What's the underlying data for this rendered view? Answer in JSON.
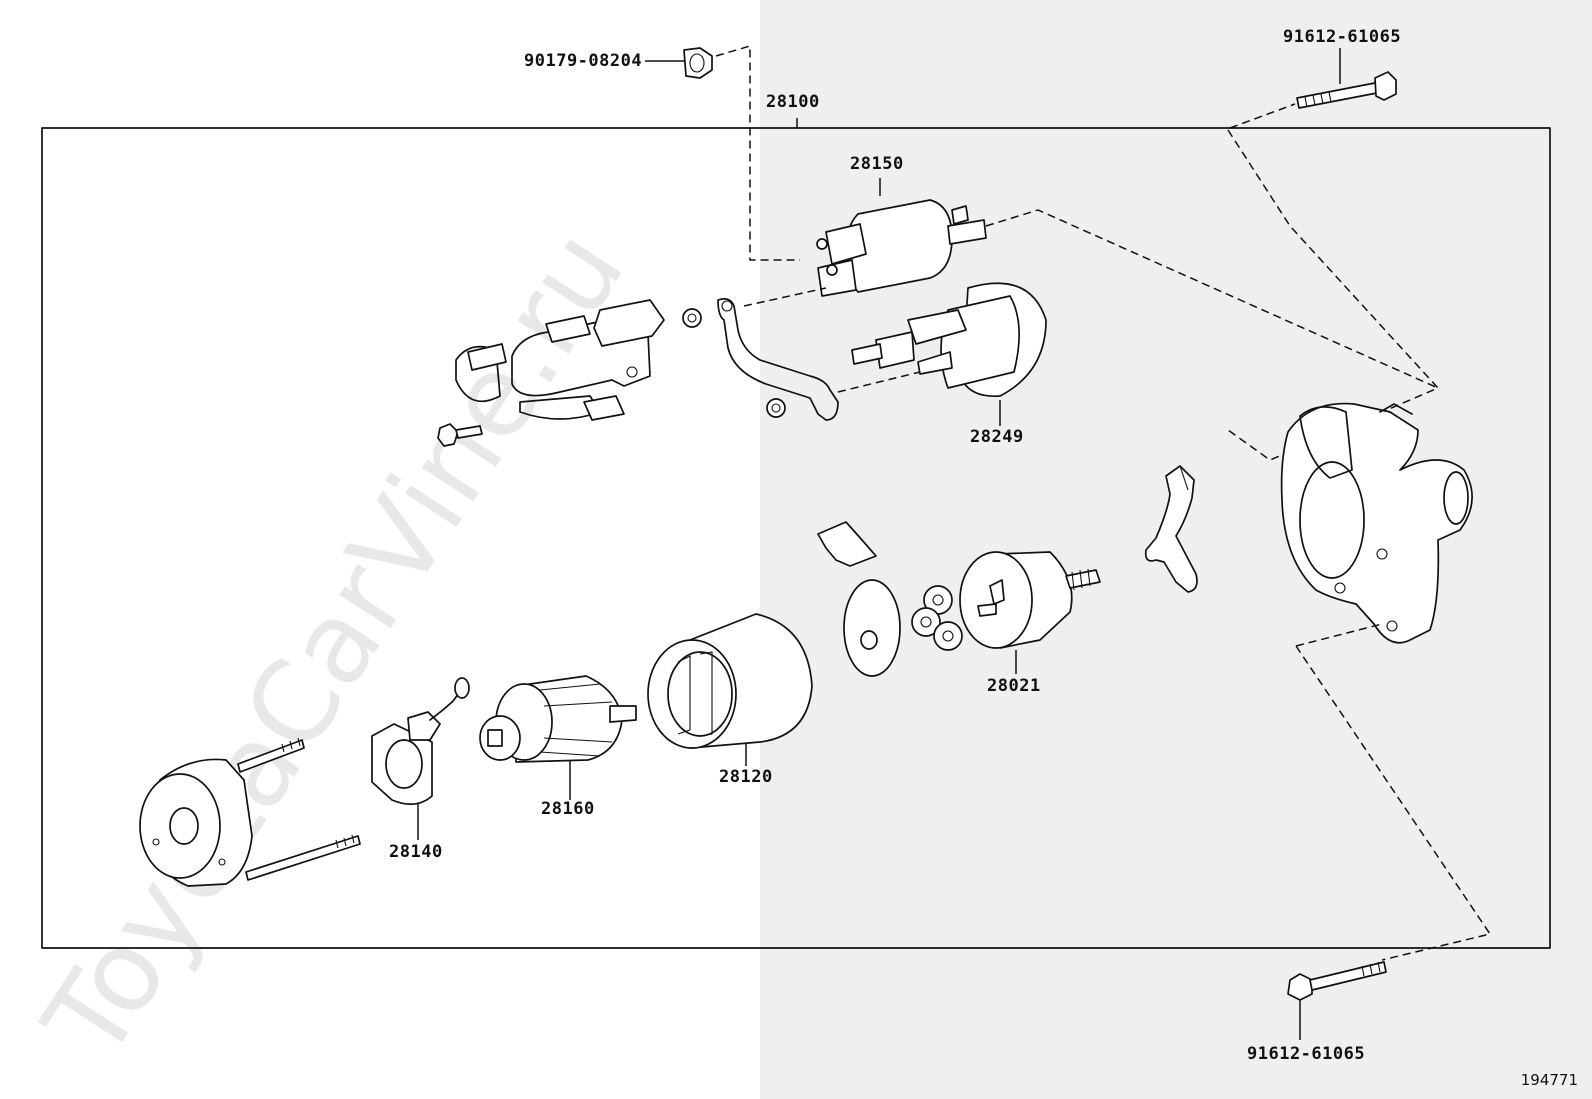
{
  "watermark": "ToyotaCarVine.ru",
  "figure_number": "194771",
  "parts": {
    "starter_assy": "28100",
    "solenoid_switch": "28150",
    "switch_lower": "28249",
    "clutch_sub_assy": "28021",
    "yoke": "28120",
    "armature": "28160",
    "brush_holder": "28140",
    "nut": "90179-08204",
    "bolt_top": "91612-61065",
    "bolt_bottom": "91612-61065"
  }
}
